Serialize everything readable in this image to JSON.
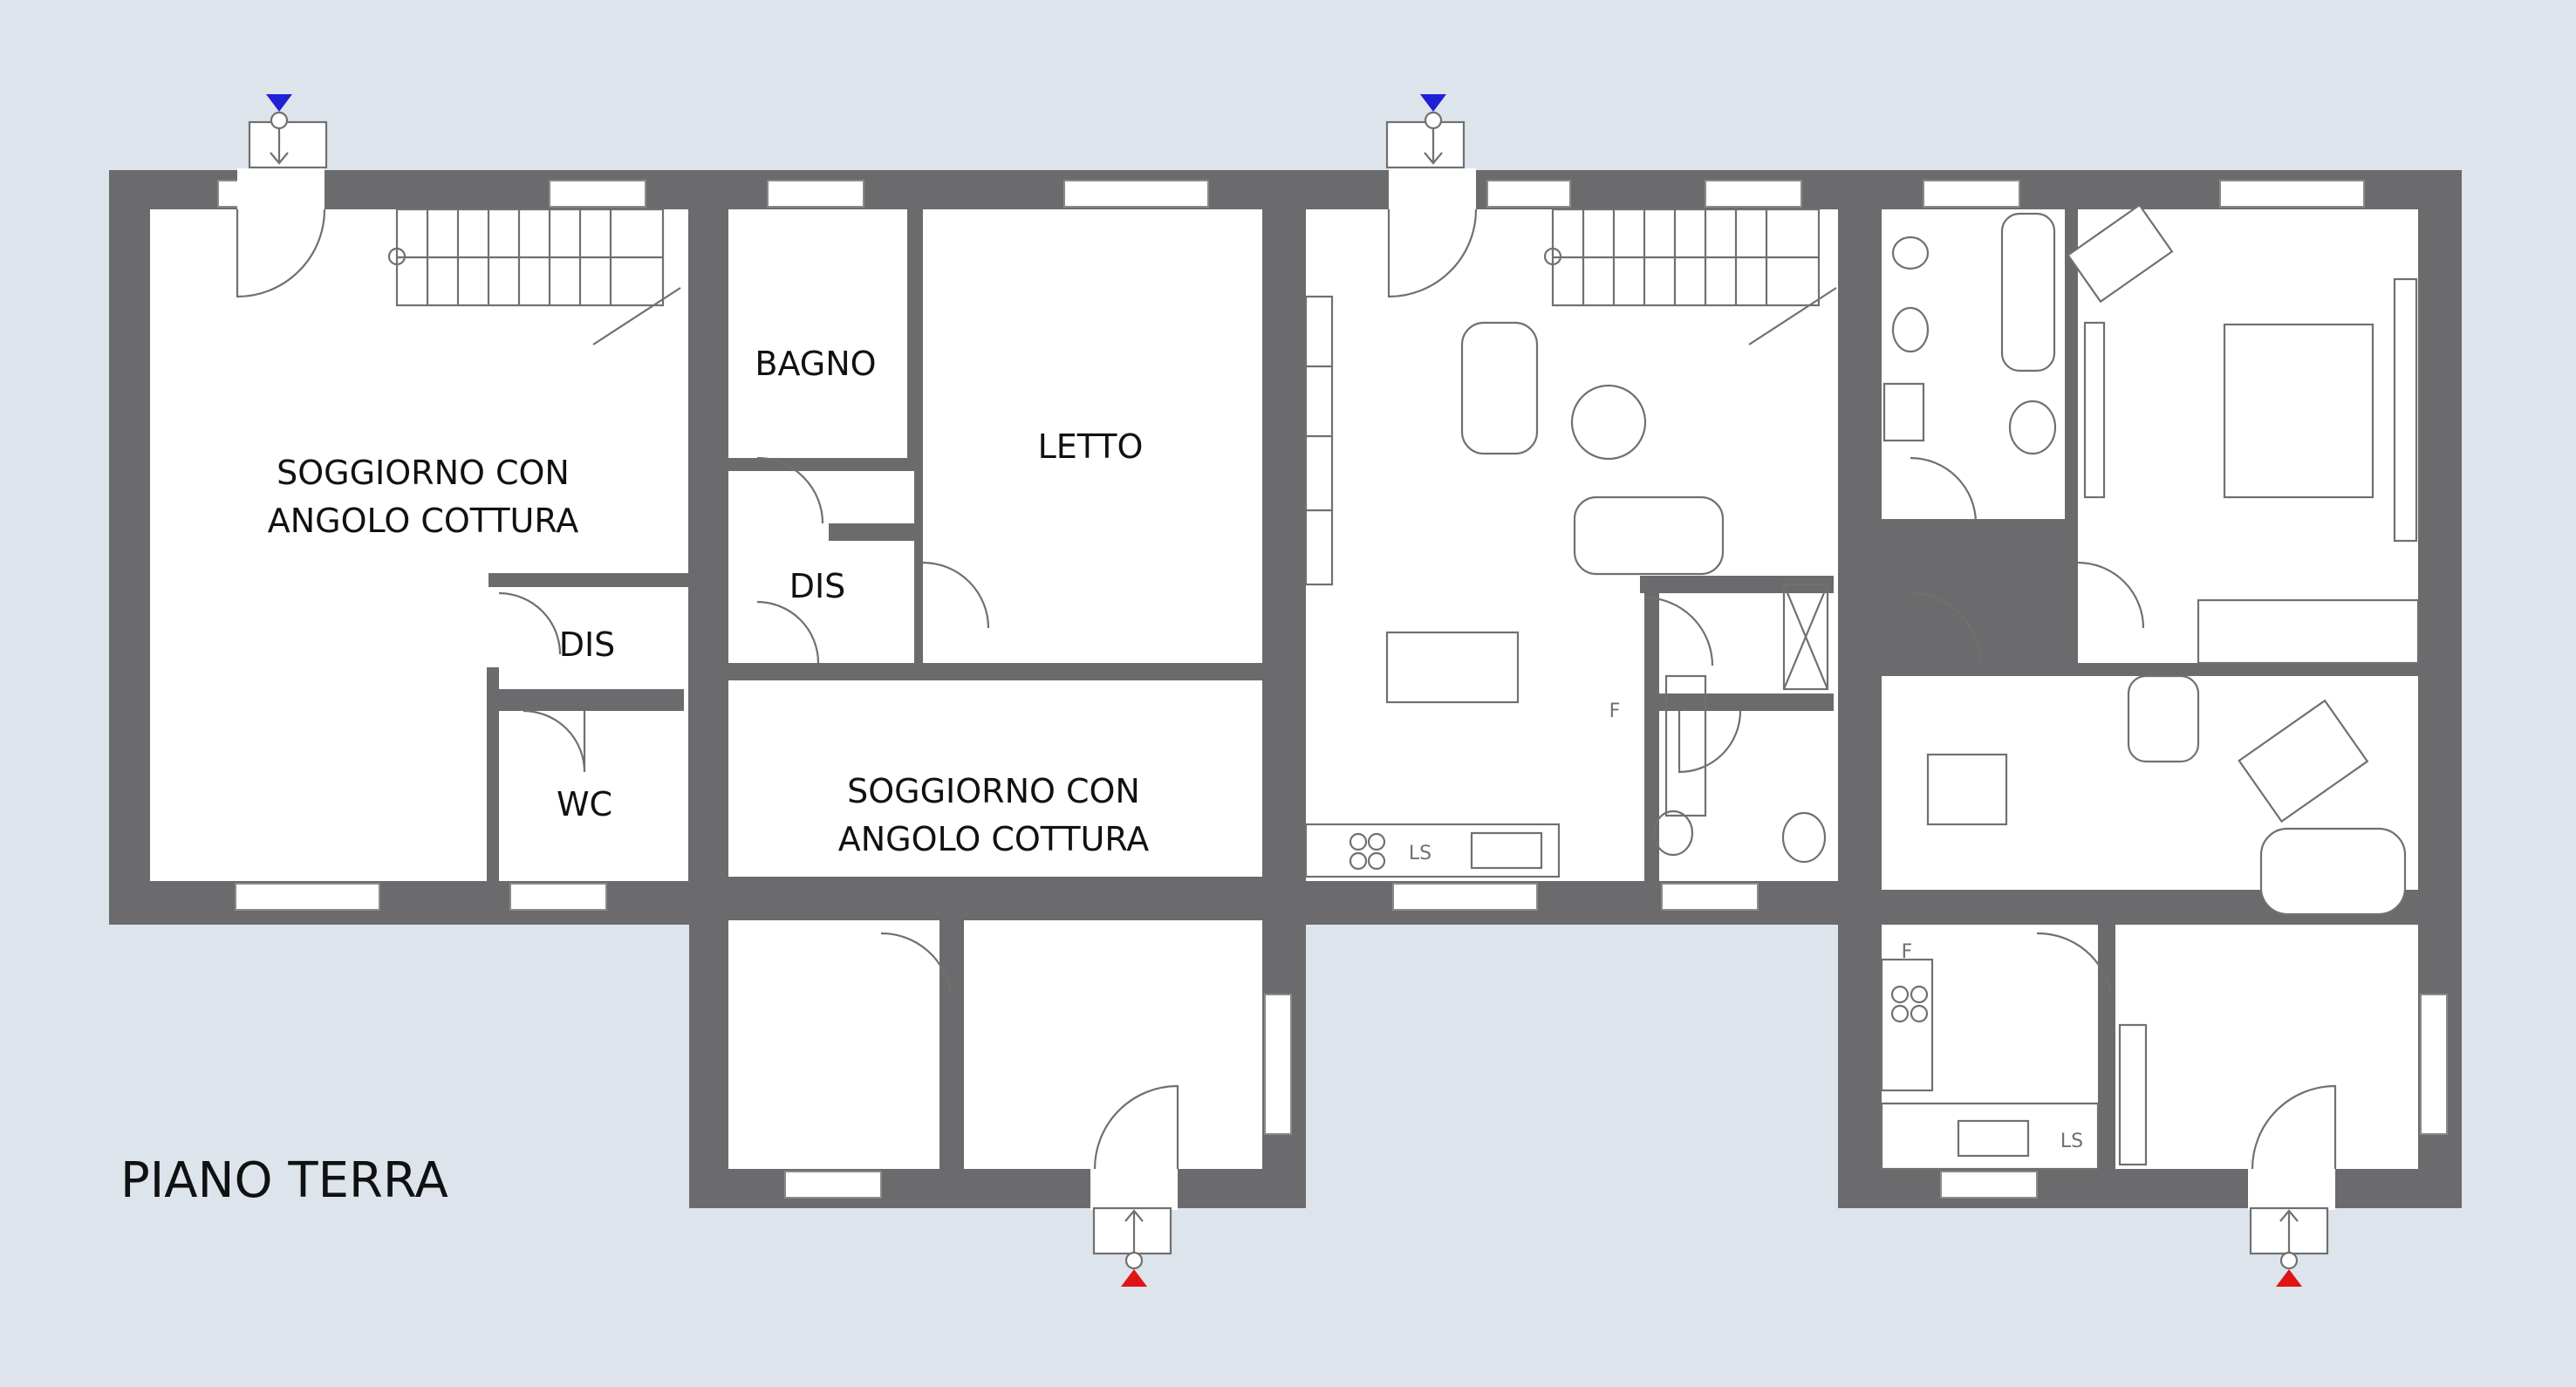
{
  "floor_title": "PIANO TERRA",
  "rooms": {
    "soggiorno_1": [
      "SOGGIORNO CON",
      "ANGOLO COTTURA"
    ],
    "dis_1": "DIS",
    "wc": "WC",
    "bagno": "BAGNO",
    "letto": "LETTO",
    "dis_2": "DIS",
    "soggiorno_2": [
      "SOGGIORNO CON",
      "ANGOLO COTTURA"
    ]
  },
  "appliance_labels": {
    "fridge": "F",
    "dishwasher": "LS"
  },
  "colors": {
    "background": "#dde4ec",
    "wall": "#6b6b6e",
    "entrance_marker_rear": "#1f1fd6",
    "entrance_marker_front": "#e01414"
  }
}
